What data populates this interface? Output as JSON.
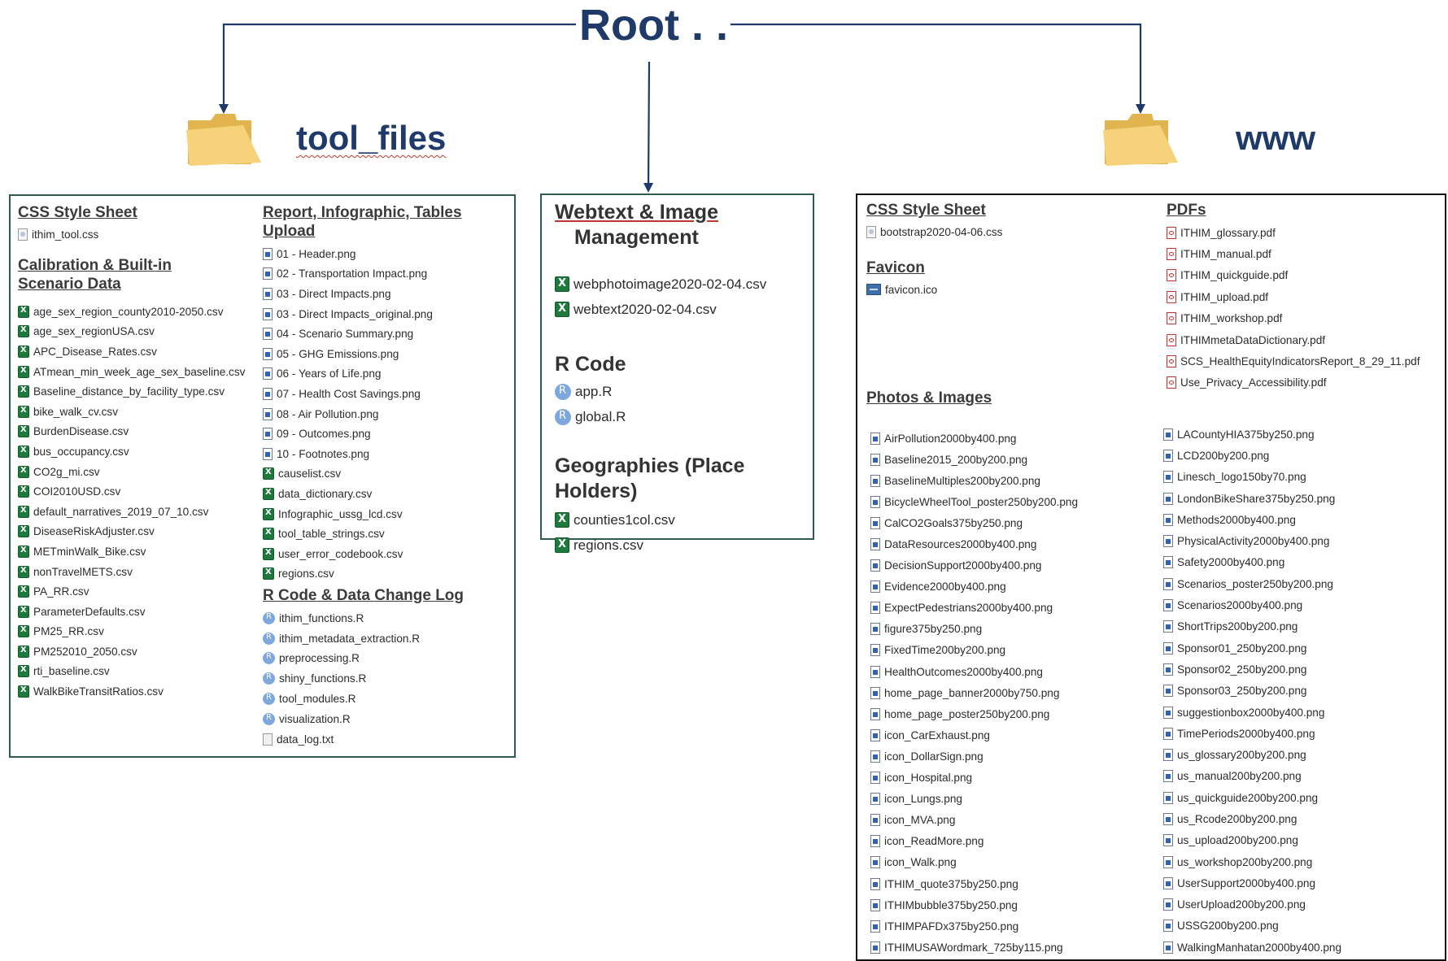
{
  "root": {
    "title": "Root . ."
  },
  "folders": {
    "tool_files": "tool_files",
    "www": "www"
  },
  "tool_files": {
    "css_heading": "CSS Style Sheet",
    "css_files": [
      "ithim_tool.css"
    ],
    "calibration_heading_1": "Calibration & Built-in",
    "calibration_heading_2": "Scenario Data",
    "calibration_files": [
      "age_sex_region_county2010-2050.csv",
      "age_sex_regionUSA.csv",
      "APC_Disease_Rates.csv",
      "ATmean_min_week_age_sex_baseline.csv",
      "Baseline_distance_by_facility_type.csv",
      "bike_walk_cv.csv",
      "BurdenDisease.csv",
      "bus_occupancy.csv",
      "CO2g_mi.csv",
      "COI2010USD.csv",
      "default_narratives_2019_07_10.csv",
      "DiseaseRiskAdjuster.csv",
      "METminWalk_Bike.csv",
      "nonTravelMETS.csv",
      "PA_RR.csv",
      "ParameterDefaults.csv",
      "PM25_RR.csv",
      "PM252010_2050.csv",
      "rti_baseline.csv",
      "WalkBikeTransitRatios.csv"
    ],
    "report_heading": "Report, Infographic, Tables Upload",
    "report_files": [
      {
        "name": "01 - Header.png",
        "icon": "img"
      },
      {
        "name": "02 - Transportation Impact.png",
        "icon": "img"
      },
      {
        "name": "03 - Direct Impacts.png",
        "icon": "img"
      },
      {
        "name": "03 - Direct Impacts_original.png",
        "icon": "img"
      },
      {
        "name": "04 - Scenario Summary.png",
        "icon": "img"
      },
      {
        "name": "05 - GHG Emissions.png",
        "icon": "img"
      },
      {
        "name": "06 - Years of Life.png",
        "icon": "img"
      },
      {
        "name": "07 - Health Cost Savings.png",
        "icon": "img"
      },
      {
        "name": "08 - Air Pollution.png",
        "icon": "img"
      },
      {
        "name": "09 - Outcomes.png",
        "icon": "img"
      },
      {
        "name": "10 - Footnotes.png",
        "icon": "img"
      },
      {
        "name": "causelist.csv",
        "icon": "xl"
      },
      {
        "name": "data_dictionary.csv",
        "icon": "xl"
      },
      {
        "name": "Infographic_ussg_lcd.csv",
        "icon": "xl"
      },
      {
        "name": "tool_table_strings.csv",
        "icon": "xl"
      },
      {
        "name": "user_error_codebook.csv",
        "icon": "xl"
      },
      {
        "name": "regions.csv",
        "icon": "xl"
      }
    ],
    "rcode_heading": "R Code & Data Change Log",
    "rcode_files": [
      {
        "name": "ithim_functions.R",
        "icon": "r"
      },
      {
        "name": "ithim_metadata_extraction.R",
        "icon": "r"
      },
      {
        "name": "preprocessing.R",
        "icon": "r"
      },
      {
        "name": "shiny_functions.R",
        "icon": "r"
      },
      {
        "name": "tool_modules.R",
        "icon": "r"
      },
      {
        "name": "visualization.R",
        "icon": "r"
      },
      {
        "name": "data_log.txt",
        "icon": "file"
      }
    ]
  },
  "root_box": {
    "webtext_heading_1": "Webtext & Image",
    "webtext_heading_2": "Management",
    "webtext_files": [
      "webphotoimage2020-02-04.csv",
      "webtext2020-02-04.csv"
    ],
    "rcode_heading": "R Code",
    "rcode_files": [
      "app.R",
      "global.R"
    ],
    "geo_heading": "Geographies (Place Holders)",
    "geo_files": [
      "counties1col.csv",
      "regions.csv"
    ]
  },
  "www": {
    "css_heading": "CSS Style Sheet",
    "css_files": [
      "bootstrap2020-04-06.css"
    ],
    "favicon_heading": "Favicon",
    "favicon_files": [
      "favicon.ico"
    ],
    "pdf_heading": "PDFs",
    "pdf_files": [
      "ITHIM_glossary.pdf",
      "ITHIM_manual.pdf",
      "ITHIM_quickguide.pdf",
      "ITHIM_upload.pdf",
      "ITHIM_workshop.pdf",
      "ITHIMmetaDataDictionary.pdf",
      "SCS_HealthEquityIndicatorsReport_8_29_11.pdf",
      "Use_Privacy_Accessibility.pdf"
    ],
    "photos_heading": "Photos & Images",
    "photos_left": [
      "AirPollution2000by400.png",
      "Baseline2015_200by200.png",
      "BaselineMultiples200by200.png",
      "BicycleWheelTool_poster250by200.png",
      "CalCO2Goals375by250.png",
      "DataResources2000by400.png",
      "DecisionSupport2000by400.png",
      "Evidence2000by400.png",
      "ExpectPedestrians2000by400.png",
      "figure375by250.png",
      "FixedTime200by200.png",
      "HealthOutcomes2000by400.png",
      "home_page_banner2000by750.png",
      "home_page_poster250by200.png",
      "icon_CarExhaust.png",
      "icon_DollarSign.png",
      "icon_Hospital.png",
      "icon_Lungs.png",
      "icon_MVA.png",
      "icon_ReadMore.png",
      "icon_Walk.png",
      "ITHIM_quote375by250.png",
      "ITHIMbubble375by250.png",
      "ITHIMPAFDx375by250.png",
      "ITHIMUSAWordmark_725by115.png"
    ],
    "photos_right": [
      "LACountyHIA375by250.png",
      "LCD200by200.png",
      "Linesch_logo150by70.png",
      "LondonBikeShare375by250.png",
      "Methods2000by400.png",
      "PhysicalActivity2000by400.png",
      "Safety2000by400.png",
      "Scenarios_poster250by200.png",
      "Scenarios2000by400.png",
      "ShortTrips200by200.png",
      "Sponsor01_250by200.png",
      "Sponsor02_250by200.png",
      "Sponsor03_250by200.png",
      "suggestionbox2000by400.png",
      "TimePeriods2000by400.png",
      "us_glossary200by200.png",
      "us_manual200by200.png",
      "us_quickguide200by200.png",
      "us_Rcode200by200.png",
      "us_upload200by200.png",
      "us_workshop200by200.png",
      "UserSupport2000by400.png",
      "UserUpload200by200.png",
      "USSG200by200.png",
      "WalkingManhatan2000by400.png"
    ]
  },
  "colors": {
    "title": "#1f3a68",
    "arrow": "#1f3a68",
    "folder": "#f3cc6b",
    "box_border": "#2f5b4a"
  }
}
